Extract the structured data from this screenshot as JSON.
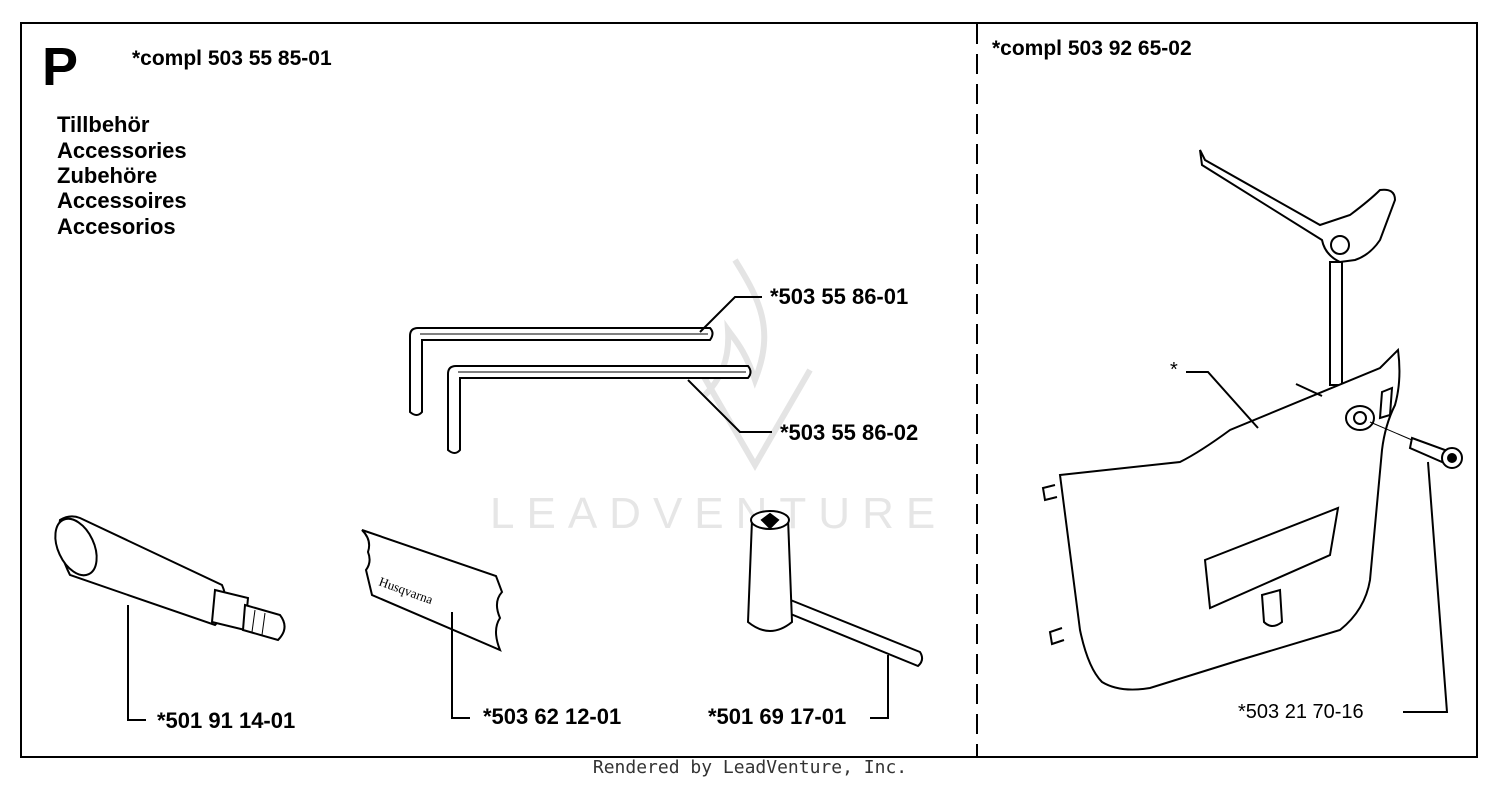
{
  "section": {
    "letter": "P"
  },
  "left_panel": {
    "compl": "*compl 503 55 85-01",
    "languages": [
      "Tillbehör",
      "Accessories",
      "Zubehöre",
      "Accessoires",
      "Accesorios"
    ],
    "parts": [
      {
        "number": "*503 55 86-01",
        "icon": "hex-key-icon"
      },
      {
        "number": "*503 55 86-02",
        "icon": "hex-key-icon"
      },
      {
        "number": "*501 91 14-01",
        "icon": "grease-gun-icon"
      },
      {
        "number": "*503 62 12-01",
        "icon": "grease-tube-icon"
      },
      {
        "number": "*501 69 17-01",
        "icon": "combination-spanner-icon"
      }
    ]
  },
  "right_panel": {
    "compl": "*compl 503 92 65-02",
    "asterisk_label": "*",
    "parts": [
      {
        "number": "*503 21 70-16",
        "icon": "screw-icon"
      }
    ],
    "illustration": "chain-brake-cover-icon"
  },
  "watermark": {
    "text": "LEADVENTURE",
    "icon": "leadventure-flame-logo"
  },
  "footer": {
    "credit": "Rendered by LeadVenture, Inc."
  }
}
